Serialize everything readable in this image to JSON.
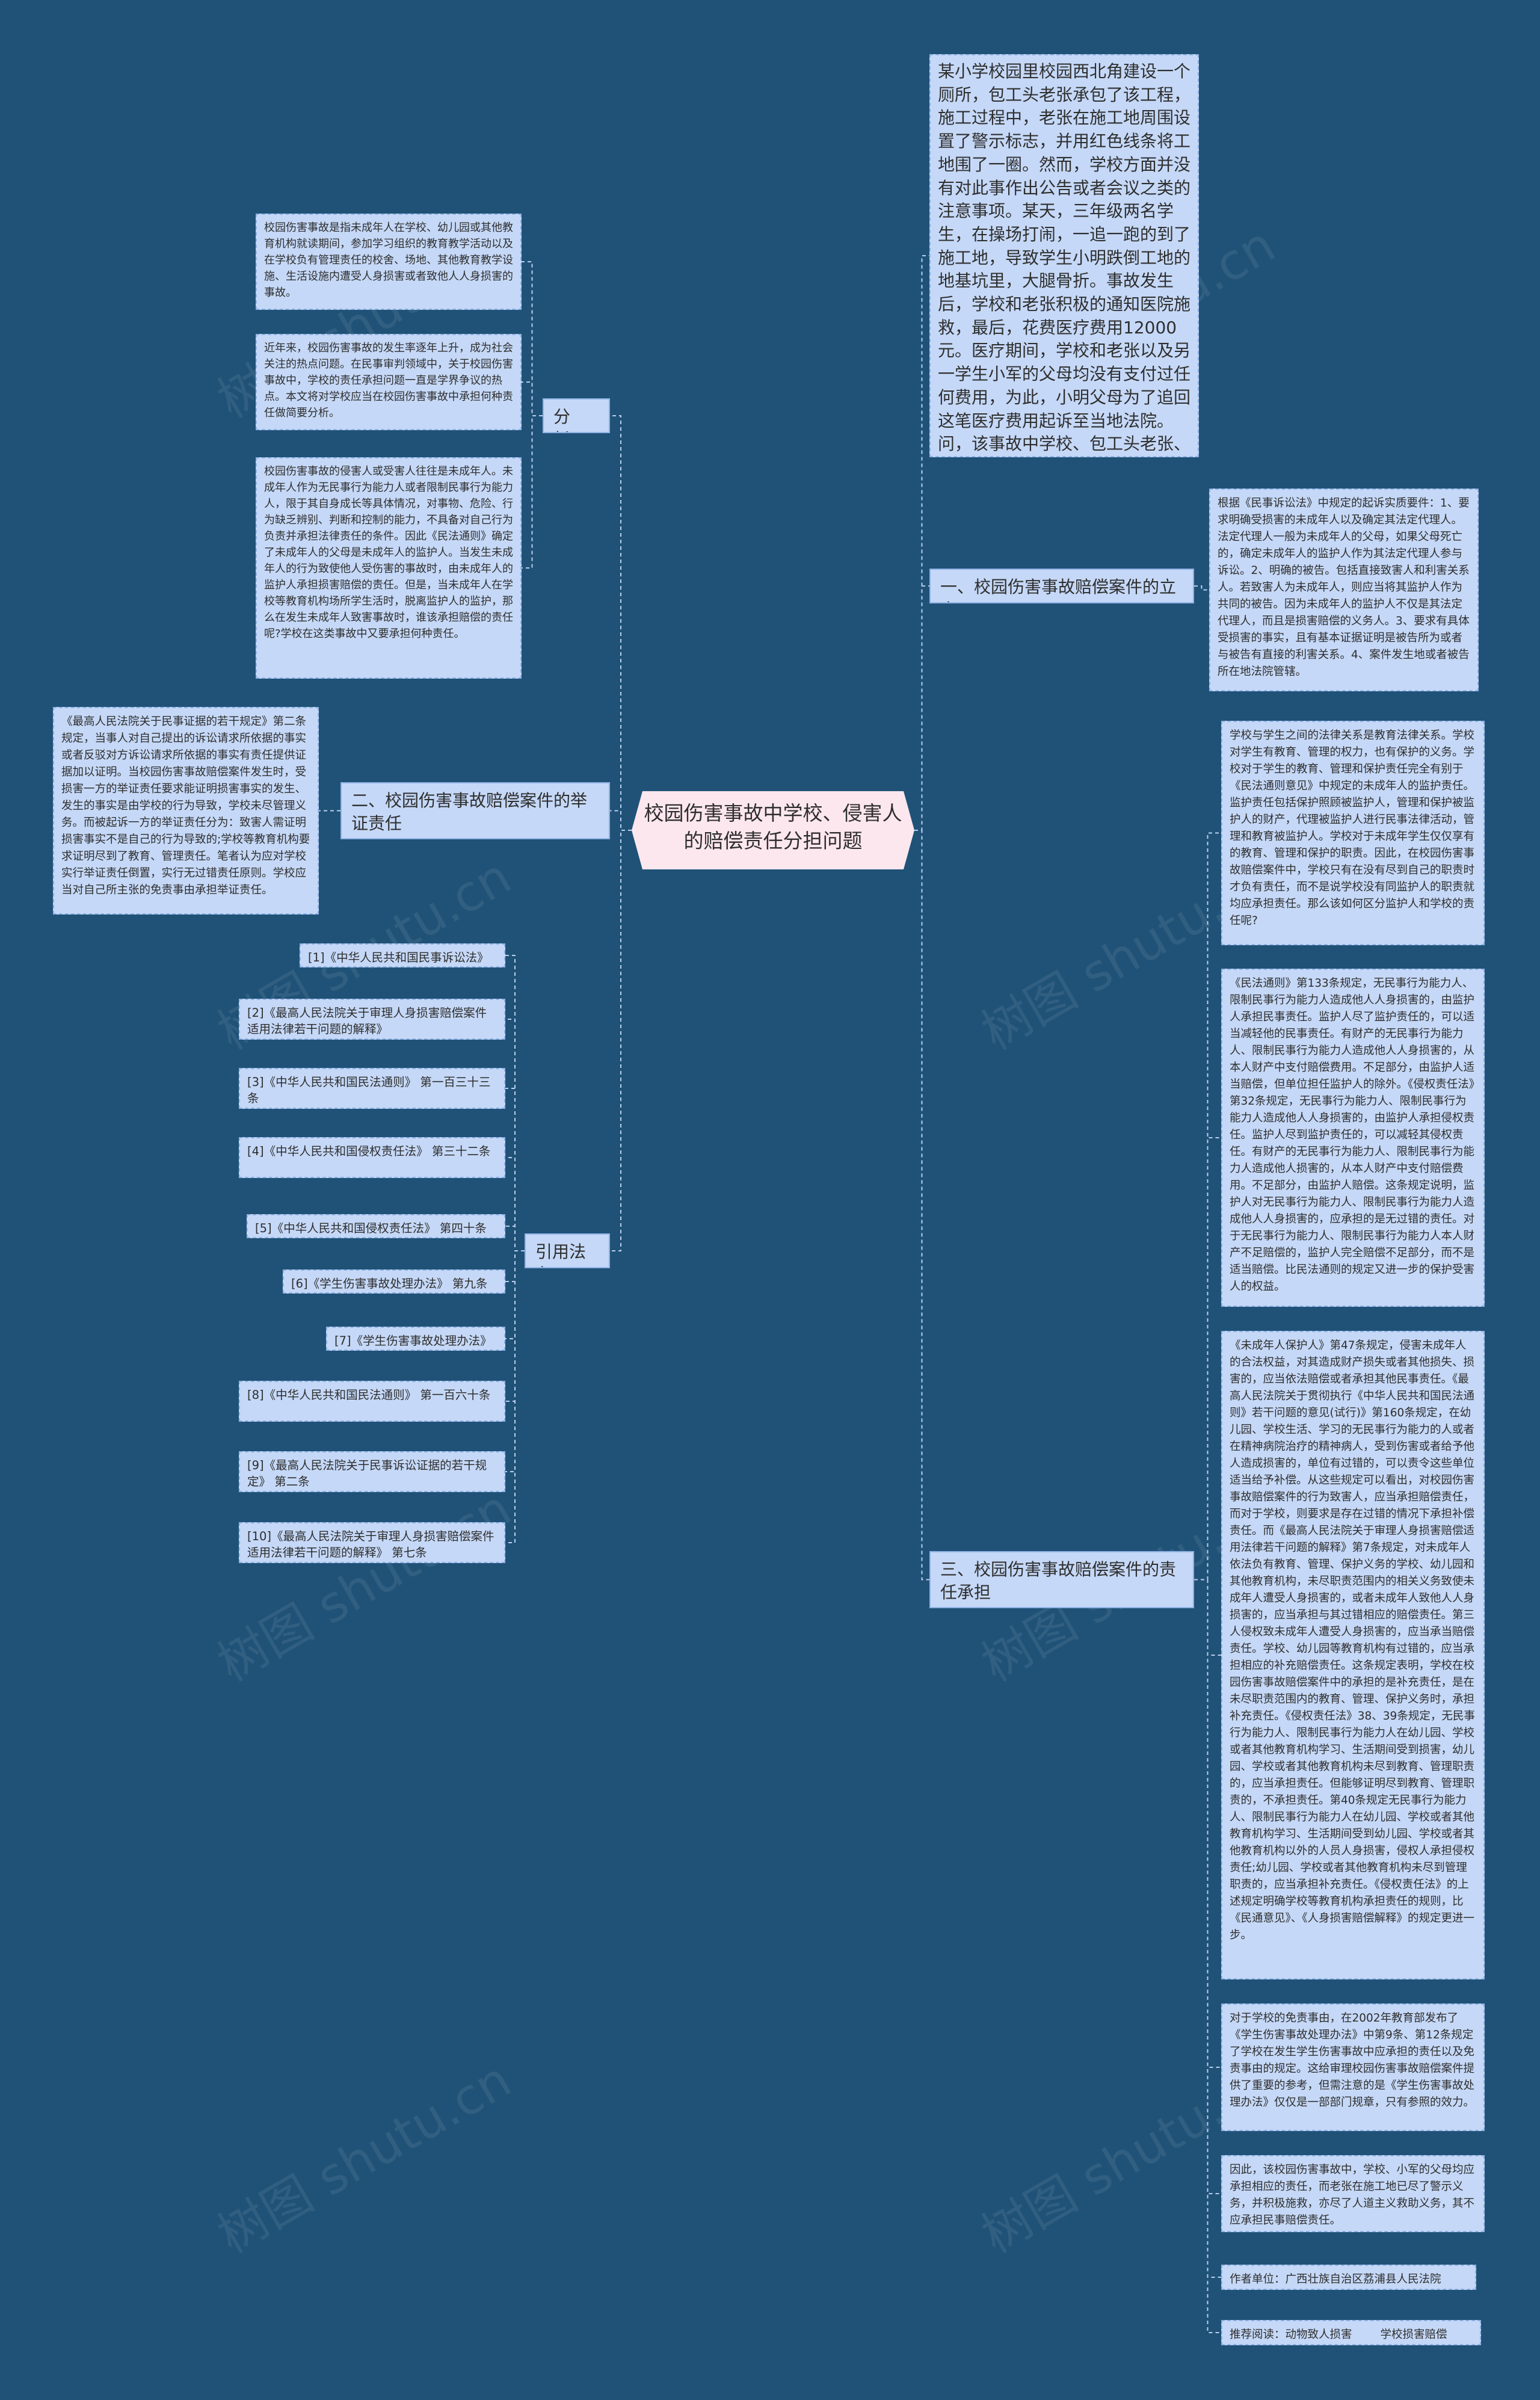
{
  "central_topic": "校园伤害事故中学校、侵害人的赔偿责任分担问题",
  "branches": {
    "analysis": {
      "label": "分析：",
      "items": [
        "校园伤害事故是指未成年人在学校、幼儿园或其他教育机构就读期间，参加学习组织的教育教学活动以及在学校负有管理责任的校舍、场地、其他教育教学设施、生活设施内遭受人身损害或者致他人人身损害的事故。",
        "近年来，校园伤害事故的发生率逐年上升，成为社会关注的热点问题。在民事审判领域中，关于校园伤害事故中，学校的责任承担问题一直是学界争议的热点。本文将对学校应当在校园伤害事故中承担何种责任做简要分析。",
        "校园伤害事故的侵害人或受害人往往是未成年人。未成年人作为无民事行为能力人或者限制民事行为能力人，限于其自身成长等具体情况，对事物、危险、行为缺乏辨别、判断和控制的能力，不具备对自己行为负责并承担法律责任的条件。因此《民法通则》确定了未成年人的父母是未成年人的监护人。当发生未成年人的行为致使他人受伤害的事故时，由未成年人的监护人承担损害赔偿的责任。但是，当未成年人在学校等教育机构场所学生活时，脱离监护人的监护，那么在发生未成年人致害事故时，谁该承担赔偿的责任呢?学校在这类事故中又要承担何种责任。"
      ]
    },
    "burden": {
      "label": "二、校园伤害事故赔偿案件的举证责任",
      "items": [
        "《最高人民法院关于民事证据的若干规定》第二条规定，当事人对自己提出的诉讼请求所依据的事实或者反驳对方诉讼请求所依据的事实有责任提供证据加以证明。当校园伤害事故赔偿案件发生时，受损害一方的举证责任要求能证明损害事实的发生、发生的事实是由学校的行为导致，学校未尽管理义务。而被起诉一方的举证责任分为：致害人需证明损害事实不是自己的行为导致的;学校等教育机构要求证明尽到了教育、管理责任。笔者认为应对学校实行举证责任倒置，实行无过错责任原则。学校应当对自己所主张的免责事由承担举证责任。"
      ]
    },
    "laws": {
      "label": "引用法条",
      "items": [
        "[1]《中华人民共和国民事诉讼法》",
        "[2]《最高人民法院关于审理人身损害赔偿案件适用法律若干问题的解释》",
        "[3]《中华人民共和国民法通则》 第一百三十三条",
        "[4]《中华人民共和国侵权责任法》 第三十二条",
        "[5]《中华人民共和国侵权责任法》 第四十条",
        "[6]《学生伤害事故处理办法》 第九条",
        "[7]《学生伤害事故处理办法》",
        "[8]《中华人民共和国民法通则》 第一百六十条",
        "[9]《最高人民法院关于民事诉讼证据的若干规定》 第二条",
        "[10]《最高人民法院关于审理人身损害赔偿案件适用法律若干问题的解释》 第七条"
      ]
    },
    "case_story": "某小学校园里校园西北角建设一个厕所，包工头老张承包了该工程，施工过程中，老张在施工地周围设置了警示标志，并用红色线条将工地围了一圈。然而，学校方面并没有对此事作出公告或者会议之类的注意事项。某天，三年级两名学生，在操场打闹，一追一跑的到了施工地，导致学生小明跌倒工地的地基坑里，大腿骨折。事故发生后，学校和老张积极的通知医院施救，最后，花费医疗费用12000元。医疗期间，学校和老张以及另一学生小军的父母均没有支付过任何费用，为此，小明父母为了追回这笔医疗费用起诉至当地法院。问，该事故中学校、包工头老张、小军的父母各应承担什么责任?",
    "appeal": {
      "label": "一、校园伤害事故赔偿案件的立案",
      "items": [
        "根据《民事诉讼法》中规定的起诉实质要件：1、要求明确受损害的未成年人以及确定其法定代理人。法定代理人一般为未成年人的父母，如果父母死亡的，确定未成年人的监护人作为其法定代理人参与诉讼。2、明确的被告。包括直接致害人和利害关系人。若致害人为未成年人，则应当将其监护人作为共同的被告。因为未成年人的监护人不仅是其法定代理人，而且是损害赔偿的义务人。3、要求有具体受损害的事实，且有基本证据证明是被告所为或者与被告有直接的利害关系。4、案件发生地或者被告所在地法院管辖。"
      ]
    },
    "liability": {
      "label": "三、校园伤害事故赔偿案件的责任承担",
      "items": [
        "学校与学生之间的法律关系是教育法律关系。学校对学生有教育、管理的权力，也有保护的义务。学校对于学生的教育、管理和保护责任完全有别于《民法通则意见》中规定的未成年人的监护责任。监护责任包括保护照顾被监护人，管理和保护被监护人的财产，代理被监护人进行民事法律活动，管理和教育被监护人。学校对于未成年学生仅仅享有的教育、管理和保护的职责。因此，在校园伤害事故赔偿案件中，学校只有在没有尽到自己的职责时才负有责任，而不是说学校没有同监护人的职责就均应承担责任。那么该如何区分监护人和学校的责任呢?",
        "《民法通则》第133条规定，无民事行为能力人、限制民事行为能力人造成他人人身损害的，由监护人承担民事责任。监护人尽了监护责任的，可以适当减轻他的民事责任。有财产的无民事行为能力人、限制民事行为能力人造成他人人身损害的，从本人财产中支付赔偿费用。不足部分，由监护人适当赔偿，但单位担任监护人的除外。《侵权责任法》第32条规定，无民事行为能力人、限制民事行为能力人造成他人人身损害的，由监护人承担侵权责任。监护人尽到监护责任的，可以减轻其侵权责任。有财产的无民事行为能力人、限制民事行为能力人造成他人损害的，从本人财产中支付赔偿费用。不足部分，由监护人赔偿。这条规定说明，监护人对无民事行为能力人、限制民事行为能力人造成他人人身损害的，应承担的是无过错的责任。对于无民事行为能力人、限制民事行为能力人本人财产不足赔偿的，监护人完全赔偿不足部分，而不是适当赔偿。比民法通则的规定又进一步的保护受害人的权益。",
        "《未成年人保护人》第47条规定，侵害未成年人的合法权益，对其造成财产损失或者其他损失、损害的，应当依法赔偿或者承担其他民事责任。《最高人民法院关于贯彻执行《中华人民共和国民法通则》若干问题的意见(试行)》第160条规定，在幼儿园、学校生活、学习的无民事行为能力的人或者在精神病院治疗的精神病人，受到伤害或者给予他人造成损害的，单位有过错的，可以责令这些单位适当给予补偿。从这些规定可以看出，对校园伤害事故赔偿案件的行为致害人，应当承担赔偿责任，而对于学校，则要求是存在过错的情况下承担补偿责任。而《最高人民法院关于审理人身损害赔偿适用法律若干问题的解释》第7条规定，对未成年人依法负有教育、管理、保护义务的学校、幼儿园和其他教育机构，未尽职责范围内的相关义务致使未成年人遭受人身损害的，或者未成年人致他人人身损害的，应当承担与其过错相应的赔偿责任。第三人侵权致未成年人遭受人身损害的，应当承当赔偿责任。学校、幼儿园等教育机构有过错的，应当承担相应的补充赔偿责任。这条规定表明，学校在校园伤害事故赔偿案件中的承担的是补充责任，是在未尽职责范围内的教育、管理、保护义务时，承担补充责任。《侵权责任法》38、39条规定，无民事行为能力人、限制民事行为能力人在幼儿园、学校或者其他教育机构学习、生活期间受到损害，幼儿园、学校或者其他教育机构未尽到教育、管理职责的，应当承担责任。但能够证明尽到教育、管理职责的，不承担责任。第40条规定无民事行为能力人、限制民事行为能力人在幼儿园、学校或者其他教育机构学习、生活期间受到幼儿园、学校或者其他教育机构以外的人员人身损害，侵权人承担侵权责任;幼儿园、学校或者其他教育机构未尽到管理职责的，应当承担补充责任。《侵权责任法》的上述规定明确学校等教育机构承担责任的规则，比《民通意见》、《人身损害赔偿解释》的规定更进一步。",
        "对于学校的免责事由，在2002年教育部发布了《学生伤害事故处理办法》中第9条、第12条规定了学校在发生学生伤害事故中应承担的责任以及免责事由的规定。这给审理校园伤害事故赔偿案件提供了重要的参考，但需注意的是《学生伤害事故处理办法》仅仅是一部部门规章，只有参照的效力。",
        "因此，该校园伤害事故中，学校、小军的父母均应承担相应的责任，而老张在施工地已尽了警示义务，并积极施救，亦尽了人道主义救助义务，其不应承担民事赔偿责任。",
        "作者单位：广西壮族自治区荔浦县人民法院",
        "推荐阅读：动物致人损害        学校损害赔偿"
      ]
    }
  },
  "watermark": "树图 shutu.cn",
  "colors": {
    "background": "#205277",
    "node_fill": "#c5d8f7",
    "node_border": "#8fb2e4",
    "central_fill": "#fde7ef",
    "connector": "#b9cfee"
  }
}
